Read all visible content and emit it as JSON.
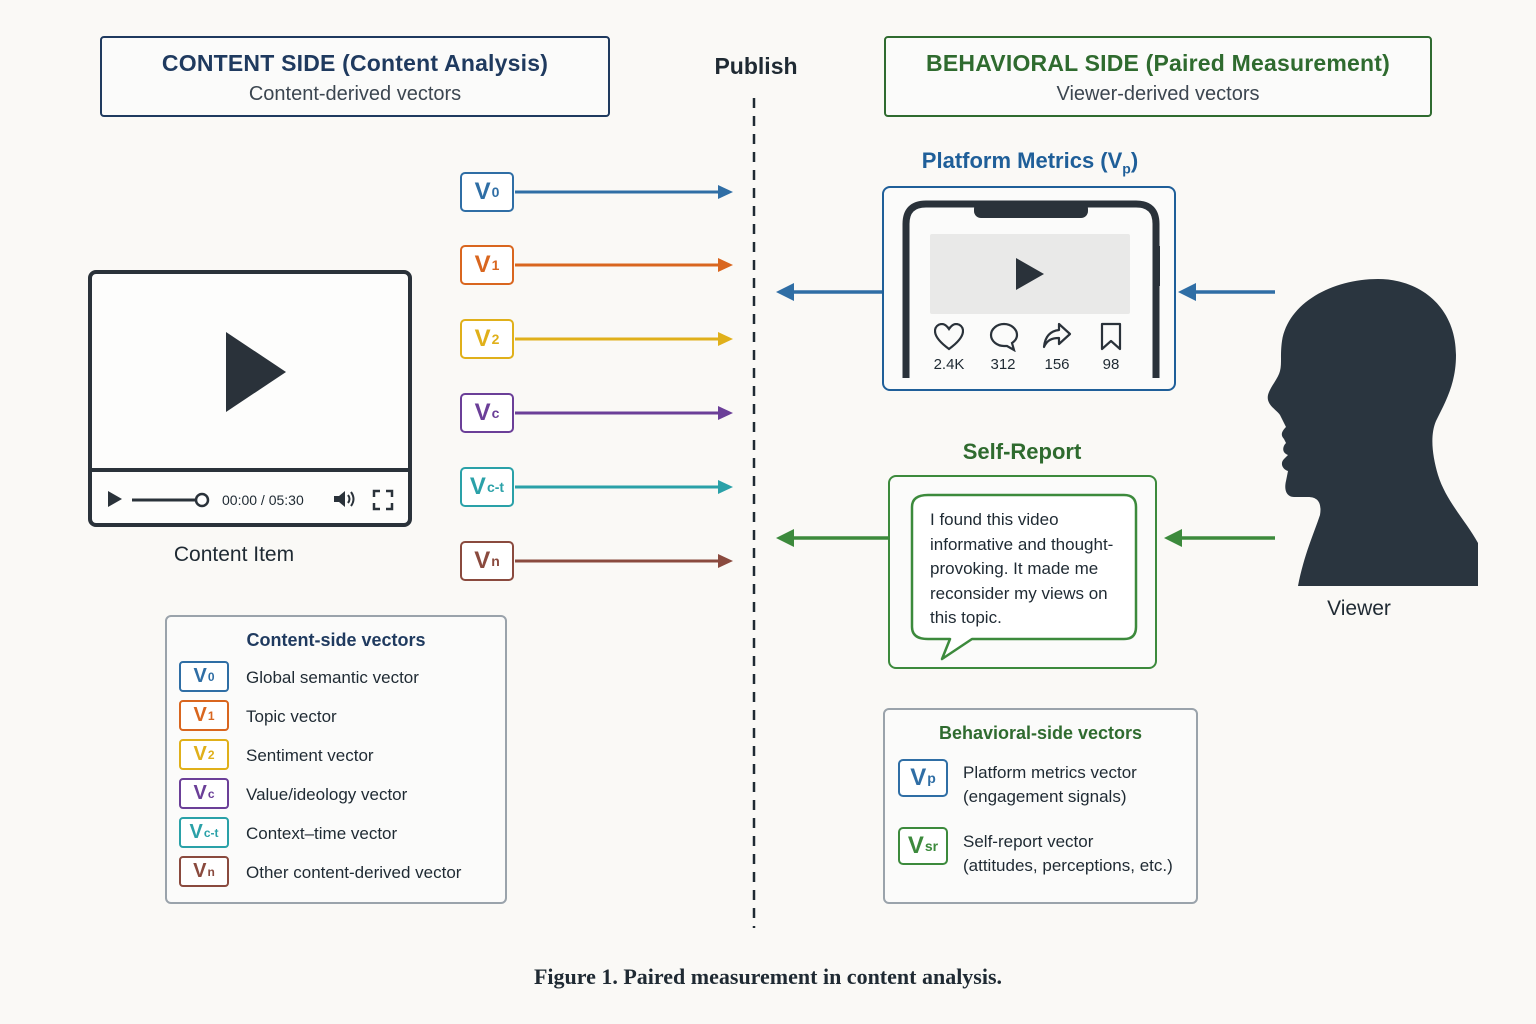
{
  "content_header": {
    "title": "CONTENT SIDE (Content Analysis)",
    "subtitle": "Content-derived vectors"
  },
  "behavioral_header": {
    "title": "BEHAVIORAL SIDE (Paired Measurement)",
    "subtitle": "Viewer-derived vectors"
  },
  "publish_label": "Publish",
  "player": {
    "time": "00:00 / 05:30",
    "label": "Content Item"
  },
  "vectors": [
    {
      "base": "V",
      "sub": "0",
      "color": "#2f6ea5",
      "desc": "Global semantic vector"
    },
    {
      "base": "V",
      "sub": "1",
      "color": "#d9661f",
      "desc": "Topic vector"
    },
    {
      "base": "V",
      "sub": "2",
      "color": "#e0b01a",
      "desc": "Sentiment vector"
    },
    {
      "base": "V",
      "sub": "c",
      "color": "#6b3f98",
      "desc": "Value/ideology vector"
    },
    {
      "base": "V",
      "sub": "c-t",
      "color": "#2aa1a8",
      "desc": "Context–time vector"
    },
    {
      "base": "V",
      "sub": "n",
      "color": "#8a4a3e",
      "desc": "Other content-derived vector"
    }
  ],
  "content_legend_title": "Content-side vectors",
  "platform": {
    "title": "Platform Metrics (V",
    "title_sub": "p",
    "title_end": ")",
    "metrics": [
      {
        "icon": "heart-icon",
        "value": "2.4K"
      },
      {
        "icon": "comment-icon",
        "value": "312"
      },
      {
        "icon": "share-icon",
        "value": "156"
      },
      {
        "icon": "bookmark-icon",
        "value": "98"
      }
    ]
  },
  "self_report": {
    "title": "Self-Report",
    "lines": [
      "I found this video",
      "informative and thought-",
      "provoking. It made me",
      "reconsider my views on",
      "this topic."
    ]
  },
  "viewer_label": "Viewer",
  "behavior_legend": {
    "title": "Behavioral-side vectors",
    "items": [
      {
        "base": "V",
        "sub": "p",
        "color": "#2f6ea5",
        "line1": "Platform metrics vector",
        "line2": "(engagement signals)"
      },
      {
        "base": "V",
        "sub": "sr",
        "color": "#3c8a3c",
        "line1": "Self-report vector",
        "line2": "(attitudes, perceptions, etc.)"
      }
    ]
  },
  "caption": "Figure 1.  Paired measurement in content analysis."
}
